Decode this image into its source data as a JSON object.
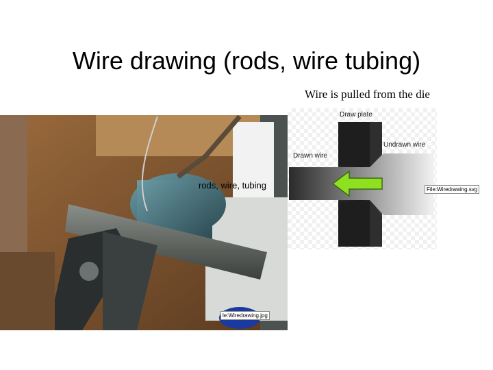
{
  "slide": {
    "title": "Wire drawing (rods, wire tubing)",
    "caption": "Wire is pulled from the die"
  },
  "photo": {
    "label": "rods, wire, tubing",
    "file_label": "le:Wiredrawing.jpg"
  },
  "diagram": {
    "draw_plate_label": "Draw plate",
    "undrawn_wire_label": "Undrawn wire",
    "drawn_wire_label": "Drawn wire",
    "file_label": "File:Wiredrawing.svg",
    "arrow_color": "#8ee020"
  }
}
